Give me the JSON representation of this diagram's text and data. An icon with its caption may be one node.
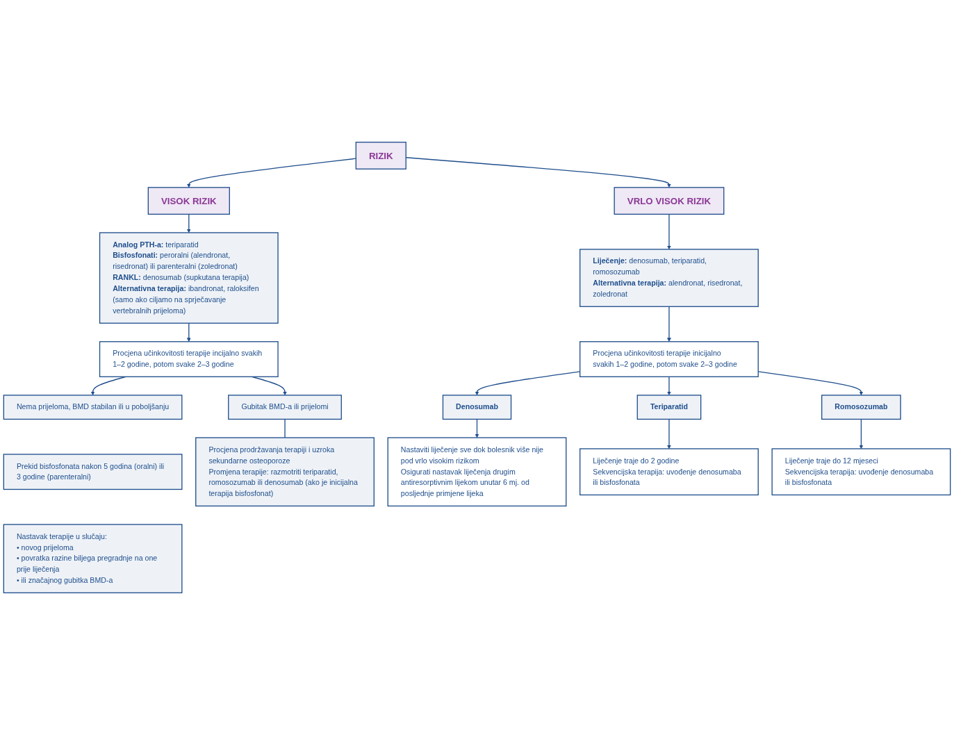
{
  "diagram": {
    "nodes": [
      {
        "text": [
          "RIZIK"
        ]
      },
      {
        "text": [
          "VISOK RIZIK"
        ]
      },
      {
        "text": [
          "VRLO VISOK RIZIK"
        ]
      },
      {
        "text": [
          "**Analog PTH-a:** teriparatid",
          "**Bisfosfonati:** peroralni (alendronat, risedronat) ili parenteralni (zoledronat)",
          "**RANKL:** denosumab (supkutana terapija)",
          "**Alternativna terapija:** ibandronat, raloksifen (samo ako ciljamo na sprječavanje vertebralnih prijeloma)"
        ]
      },
      {
        "text": [
          "Procjena učinkovitosti terapije incijalno svakih 1–2 godine, potom svake 2–3 godine"
        ]
      },
      {
        "text": [
          "Nema prijeloma, BMD stabilan ili u poboljšanju"
        ]
      },
      {
        "text": [
          "Prekid bisfosfonata nakon 5 godina (oralni) ili 3 godine (parenteralni)"
        ]
      },
      {
        "text": [
          "Nastavak terapije u slučaju:",
          "• novog prijeloma",
          "• povratka razine biljega pregradnje na one prije liječenja",
          "• ili značajnog gubitka BMD-a"
        ]
      },
      {
        "text": [
          "Gubitak BMD-a ili prijelomi"
        ]
      },
      {
        "text": [
          "Procjena prodržavanja terapiji i uzroka sekundarne osteoporoze",
          "Promjena terapije: razmotriti teriparatid, romosozumab ili denosumab (ako je inicijalna terapija bisfosfonat)"
        ]
      },
      {
        "text": [
          "**Liječenje:** denosumab, teriparatid, romosozumab",
          "**Alternativna terapija:** alendronat, risedronat, zoledronat"
        ]
      },
      {
        "text": [
          "Procjena učinkovitosti terapije inicijalno svakih 1–2 godine, potom svake 2–3 godine"
        ]
      },
      {
        "text": [
          "Denosumab"
        ]
      },
      {
        "text": [
          "Teriparatid"
        ]
      },
      {
        "text": [
          "Romosozumab"
        ]
      },
      {
        "text": [
          "Nastaviti liječenje sve dok bolesnik više nije pod vrlo visokim rizikom",
          "Osigurati nastavak liječenja drugim antiresorptivnim lijekom unutar 6 mj. od posljednje primjene lijeka"
        ]
      },
      {
        "text": [
          "Liječenje traje do 2 godine",
          "Sekvencijska terapija: uvođenje denosumaba ili bisfosfonata"
        ]
      },
      {
        "text": [
          "Liječenje traje do 12 mjeseci",
          "Sekvencijska terapija: uvođenje denosumaba ili bisfosfonata"
        ]
      }
    ],
    "edges": [
      {
        "from": 0,
        "to": 1,
        "arrow": "to"
      },
      {
        "from": 0,
        "to": 2,
        "arrow": "to"
      },
      {
        "from": 1,
        "to": 3,
        "arrow": "to"
      },
      {
        "from": 3,
        "to": 4,
        "arrow": "to"
      },
      {
        "from": 4,
        "to": 5,
        "arrow": "to"
      },
      {
        "from": 4,
        "to": 8,
        "arrow": "to"
      },
      {
        "from": 8,
        "to": 9,
        "arrow": "none"
      },
      {
        "from": 2,
        "to": 10,
        "arrow": "to"
      },
      {
        "from": 10,
        "to": 11,
        "arrow": "to"
      },
      {
        "from": 11,
        "to": 12,
        "arrow": "to"
      },
      {
        "from": 11,
        "to": 13,
        "arrow": "to"
      },
      {
        "from": 11,
        "to": 14,
        "arrow": "to"
      },
      {
        "from": 12,
        "to": 15,
        "arrow": "to"
      },
      {
        "from": 13,
        "to": 16,
        "arrow": "to"
      },
      {
        "from": 14,
        "to": 17,
        "arrow": "to"
      }
    ]
  }
}
